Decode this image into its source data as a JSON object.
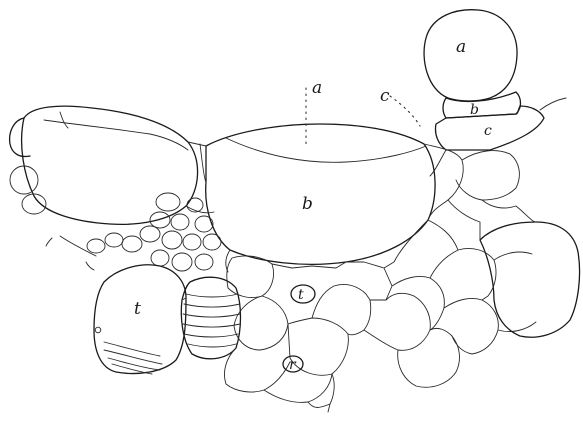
{
  "labels": {
    "a_top": "a",
    "a_center": "a",
    "c_center": "c",
    "b_tip": "b",
    "c_tip": "c",
    "b_center": "b",
    "t_left": "t",
    "t_mid": "t",
    "r_mid": "r"
  }
}
